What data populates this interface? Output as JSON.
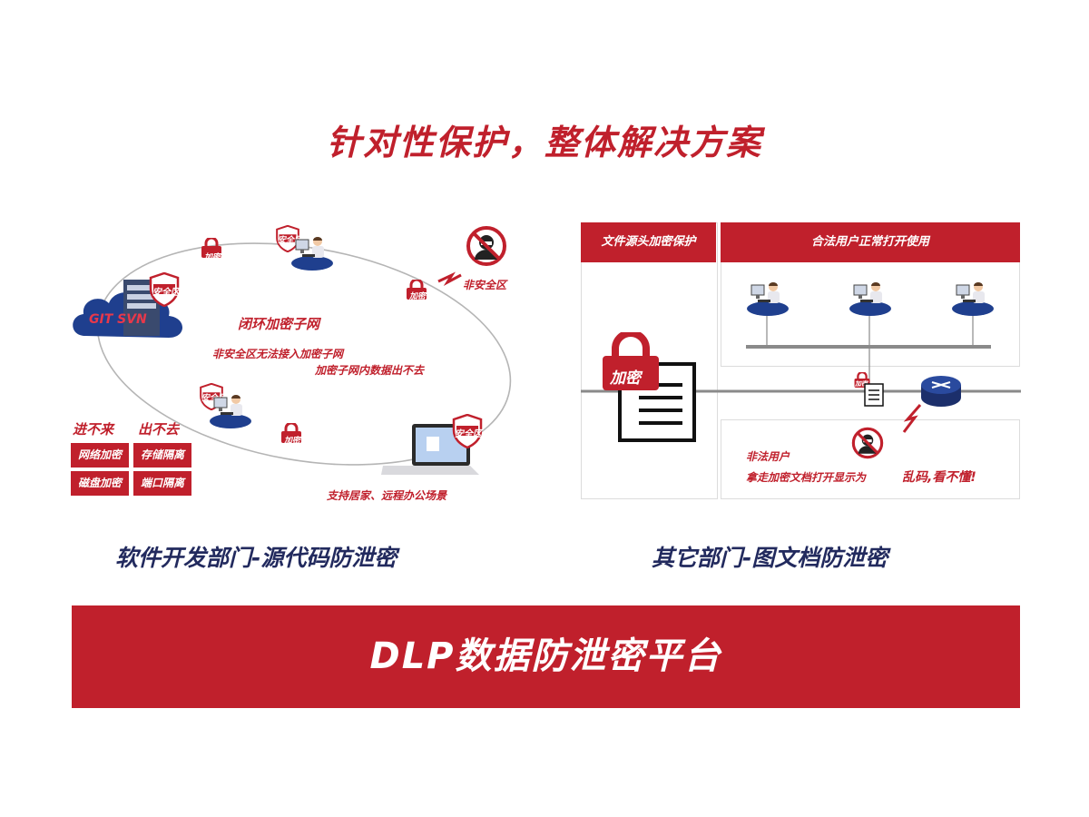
{
  "title": "针对性保护，整体解决方案",
  "left": {
    "server_label": "GIT SVN",
    "safe_zone": "安全区",
    "lock_label": "加密",
    "ring_title": "闭环加密子网",
    "ring_desc1": "非安全区无法接入加密子网",
    "ring_desc2": "加密子网内数据出不去",
    "unsafe_zone": "非安全区",
    "remote_note": "支持居家、远程办公场景",
    "legend_in": "进不来",
    "legend_out": "出不去",
    "tags": [
      "网络加密",
      "存储隔离",
      "磁盘加密",
      "端口隔离"
    ],
    "subtitle": "软件开发部门-源代码防泄密"
  },
  "right": {
    "header_left": "文件源头加密保护",
    "header_right": "合法用户正常打开使用",
    "big_lock_label": "加密",
    "small_lock_label": "加密",
    "illegal_title": "非法用户",
    "illegal_desc": "拿走加密文档打开显示为",
    "illegal_result": "乱码,看不懂!",
    "subtitle": "其它部门-图文档防泄密"
  },
  "banner": "DLP数据防泄密平台",
  "colors": {
    "brand_red": "#c0202c",
    "navy": "#222a5e",
    "line_gray": "#8a8a8a"
  }
}
